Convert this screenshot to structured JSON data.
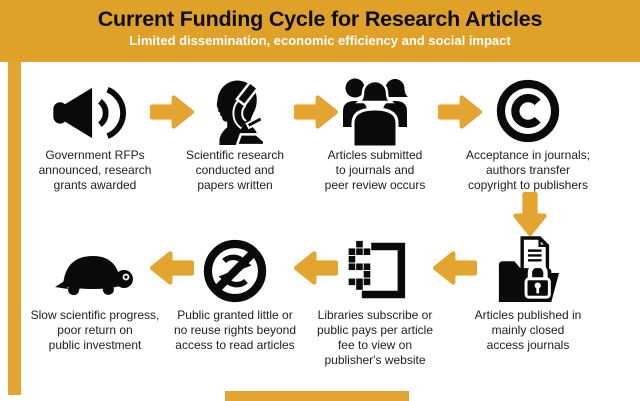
{
  "header": {
    "title": "Current Funding Cycle for Research Articles",
    "subtitle": "Limited dissemination, economic efficiency and social impact",
    "bg_color": "#DFA128",
    "title_color": "#0d0d0d",
    "subtitle_color": "#ffffff"
  },
  "colors": {
    "accent_orange": "#E3A52F",
    "icon_black": "#0a0a0a",
    "caption_text": "#1d1d1d",
    "background": "#ffffff"
  },
  "steps": [
    {
      "icon": "announcement-speaker-icon",
      "label": "Government RFPs\nannounced, research\ngrants awarded"
    },
    {
      "icon": "scientist-microscope-icon",
      "label": "Scientific research\nconducted and\npapers written"
    },
    {
      "icon": "peer-review-people-icon",
      "label": "Articles submitted\nto journals and\npeer review occurs"
    },
    {
      "icon": "copyright-icon",
      "label": "Acceptance in journals;\nauthors transfer\ncopyright to publishers"
    },
    {
      "icon": "locked-folder-icon",
      "label": "Articles published in\nmainly closed\naccess journals"
    },
    {
      "icon": "paywall-dollar-icon",
      "label": "Libraries subscribe or\npublic pays per article\nfee to view on\npublisher's website"
    },
    {
      "icon": "no-reuse-icon",
      "label": "Public granted little or\nno reuse rights beyond\naccess to read articles"
    },
    {
      "icon": "slow-turtle-icon",
      "label": "Slow scientific progress,\npoor return on\npublic investment"
    }
  ]
}
